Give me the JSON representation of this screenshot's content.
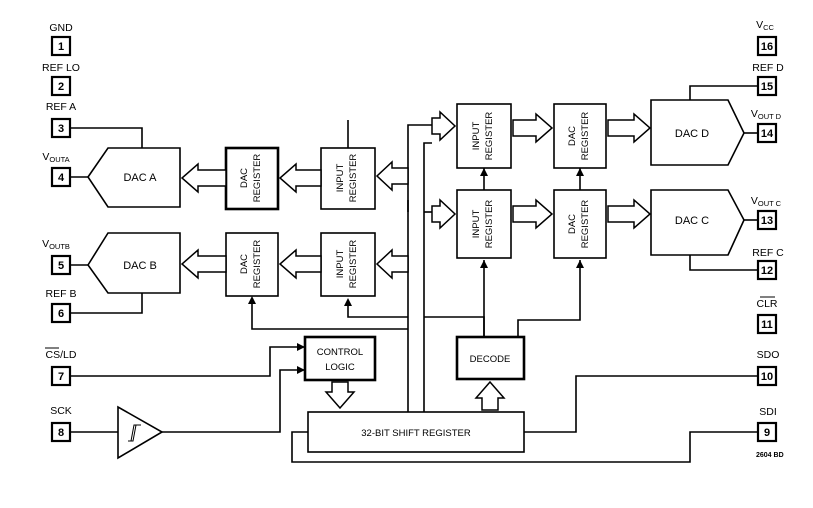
{
  "pins": [
    {
      "num": "1",
      "label": "GND"
    },
    {
      "num": "2",
      "label": "REF LO"
    },
    {
      "num": "3",
      "label": "REF A"
    },
    {
      "num": "4",
      "label": "V",
      "sub": "OUTA"
    },
    {
      "num": "5",
      "label": "V",
      "sub": "OUTB"
    },
    {
      "num": "6",
      "label": "REF B"
    },
    {
      "num": "7",
      "label": "CS/LD"
    },
    {
      "num": "8",
      "label": "SCK"
    },
    {
      "num": "16",
      "label": "V",
      "sub": "CC"
    },
    {
      "num": "15",
      "label": "REF D"
    },
    {
      "num": "14",
      "label": "V",
      "sub": "OUT D"
    },
    {
      "num": "13",
      "label": "V",
      "sub": "OUT C"
    },
    {
      "num": "12",
      "label": "REF C"
    },
    {
      "num": "11",
      "label": "CLR"
    },
    {
      "num": "10",
      "label": "SDO"
    },
    {
      "num": "9",
      "label": "SDI"
    }
  ],
  "blocks": {
    "dac_a": "DAC A",
    "dac_b": "DAC B",
    "dac_c": "DAC C",
    "dac_d": "DAC D",
    "dac_line1": "DAC",
    "register": "REGISTER",
    "input": "INPUT",
    "control_line1": "CONTROL",
    "control_line2": "LOGIC",
    "decode": "DECODE",
    "shift_register": "32-BIT SHIFT REGISTER"
  },
  "doc_id": "2604 BD"
}
